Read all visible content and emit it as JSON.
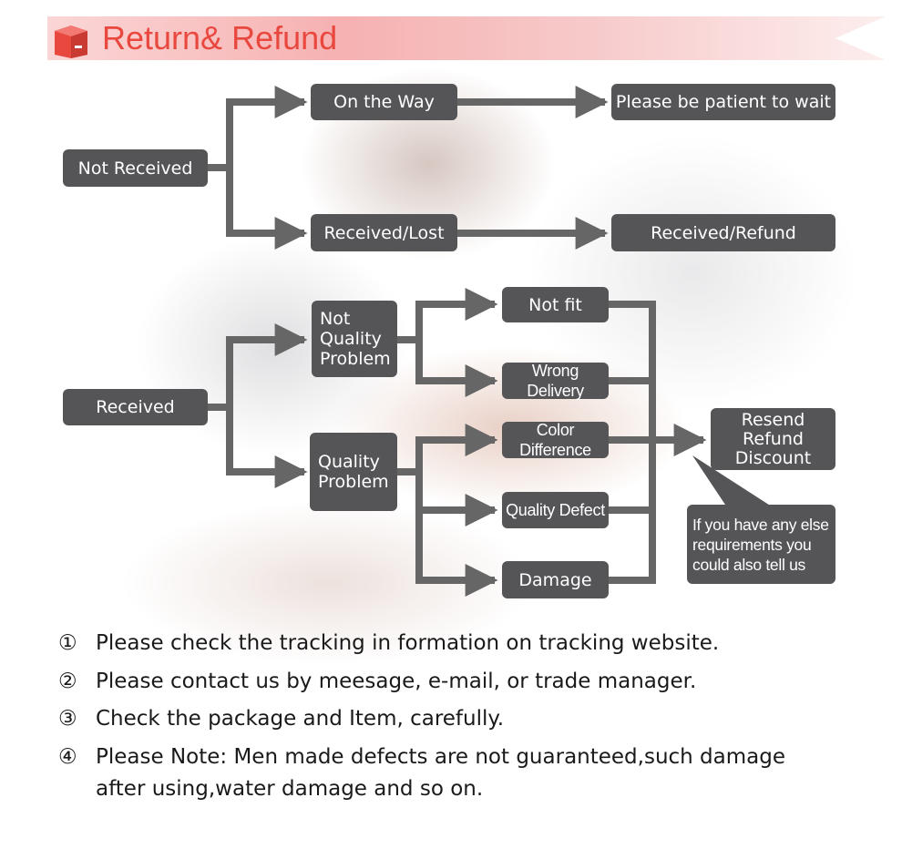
{
  "header": {
    "title": "Return& Refund"
  },
  "flow": {
    "not_received": "Not Received",
    "on_the_way": "On the Way",
    "please_wait": "Please be patient to wait",
    "received_lost": "Received/Lost",
    "received_refund": "Received/Refund",
    "received": "Received",
    "not_quality_problem": "Not\nQuality\nProblem",
    "quality_problem": "Quality\nProblem",
    "not_fit": "Not fit",
    "wrong_delivery": "Wrong Delivery",
    "color_difference": "Color Difference",
    "quality_defect": "Quality Defect",
    "damage": "Damage",
    "resend": "Resend\nRefund\nDiscount",
    "else_requirements": "If you have any else\nrequirements you\ncould also tell us"
  },
  "notes": [
    {
      "num": "①",
      "text": "Please check the tracking in formation on tracking website."
    },
    {
      "num": "②",
      "text": "Please contact us by meesage, e-mail, or trade manager."
    },
    {
      "num": "③",
      "text": "Check the package and Item, carefully."
    },
    {
      "num": "④",
      "text": "Please Note: Men made defects  are not guaranteed,such damage",
      "text2": "after using,water damage and so on."
    }
  ],
  "colors": {
    "accent": "#e9483f",
    "box": "#555558",
    "connector": "#666666"
  }
}
